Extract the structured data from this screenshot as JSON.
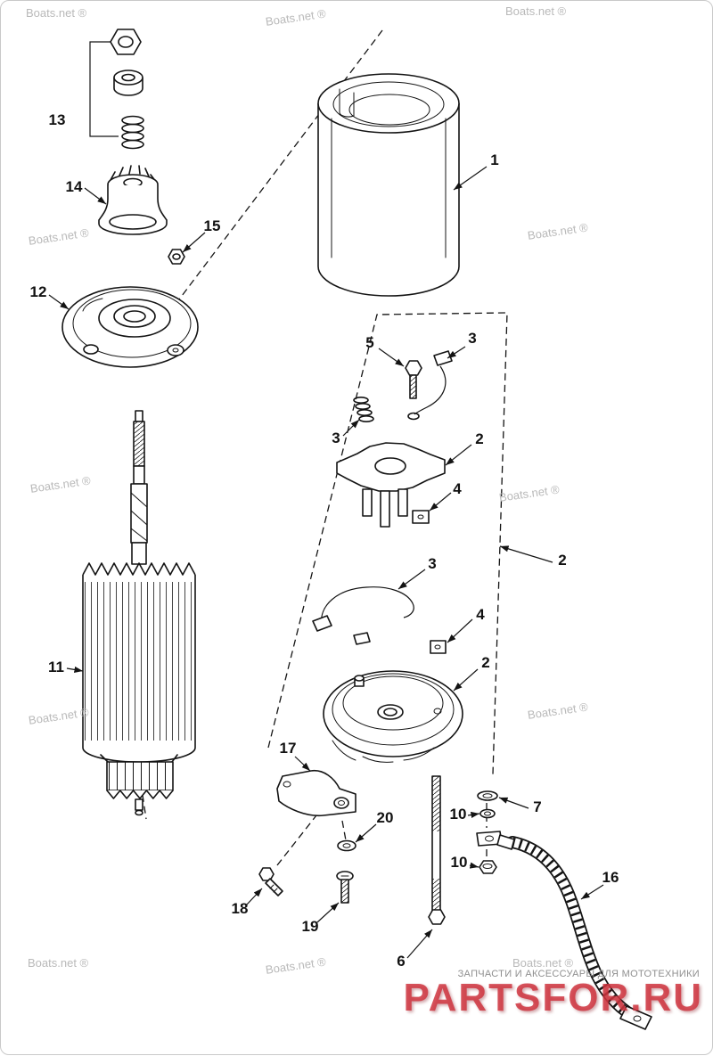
{
  "watermark": {
    "text": "Boats.net ®",
    "color": "#b9b9b9"
  },
  "footer": {
    "tagline": "ЗАПЧАСТИ И АКСЕССУАРЫ ДЛЯ МОТОТЕХНИКИ",
    "brand": "PARTSFOR.RU",
    "brand_color": "#cf3540",
    "tagline_color": "#8f8f8f"
  },
  "diagram": {
    "line_color": "#141414",
    "labels": [
      {
        "text": "13"
      },
      {
        "text": "14"
      },
      {
        "text": "15"
      },
      {
        "text": "12"
      },
      {
        "text": "11"
      },
      {
        "text": "1"
      },
      {
        "text": "5"
      },
      {
        "text": "3"
      },
      {
        "text": "3"
      },
      {
        "text": "2"
      },
      {
        "text": "4"
      },
      {
        "text": "2"
      },
      {
        "text": "3"
      },
      {
        "text": "4"
      },
      {
        "text": "2"
      },
      {
        "text": "17"
      },
      {
        "text": "20"
      },
      {
        "text": "10"
      },
      {
        "text": "7"
      },
      {
        "text": "10"
      },
      {
        "text": "18"
      },
      {
        "text": "19"
      },
      {
        "text": "6"
      },
      {
        "text": "16"
      }
    ]
  }
}
